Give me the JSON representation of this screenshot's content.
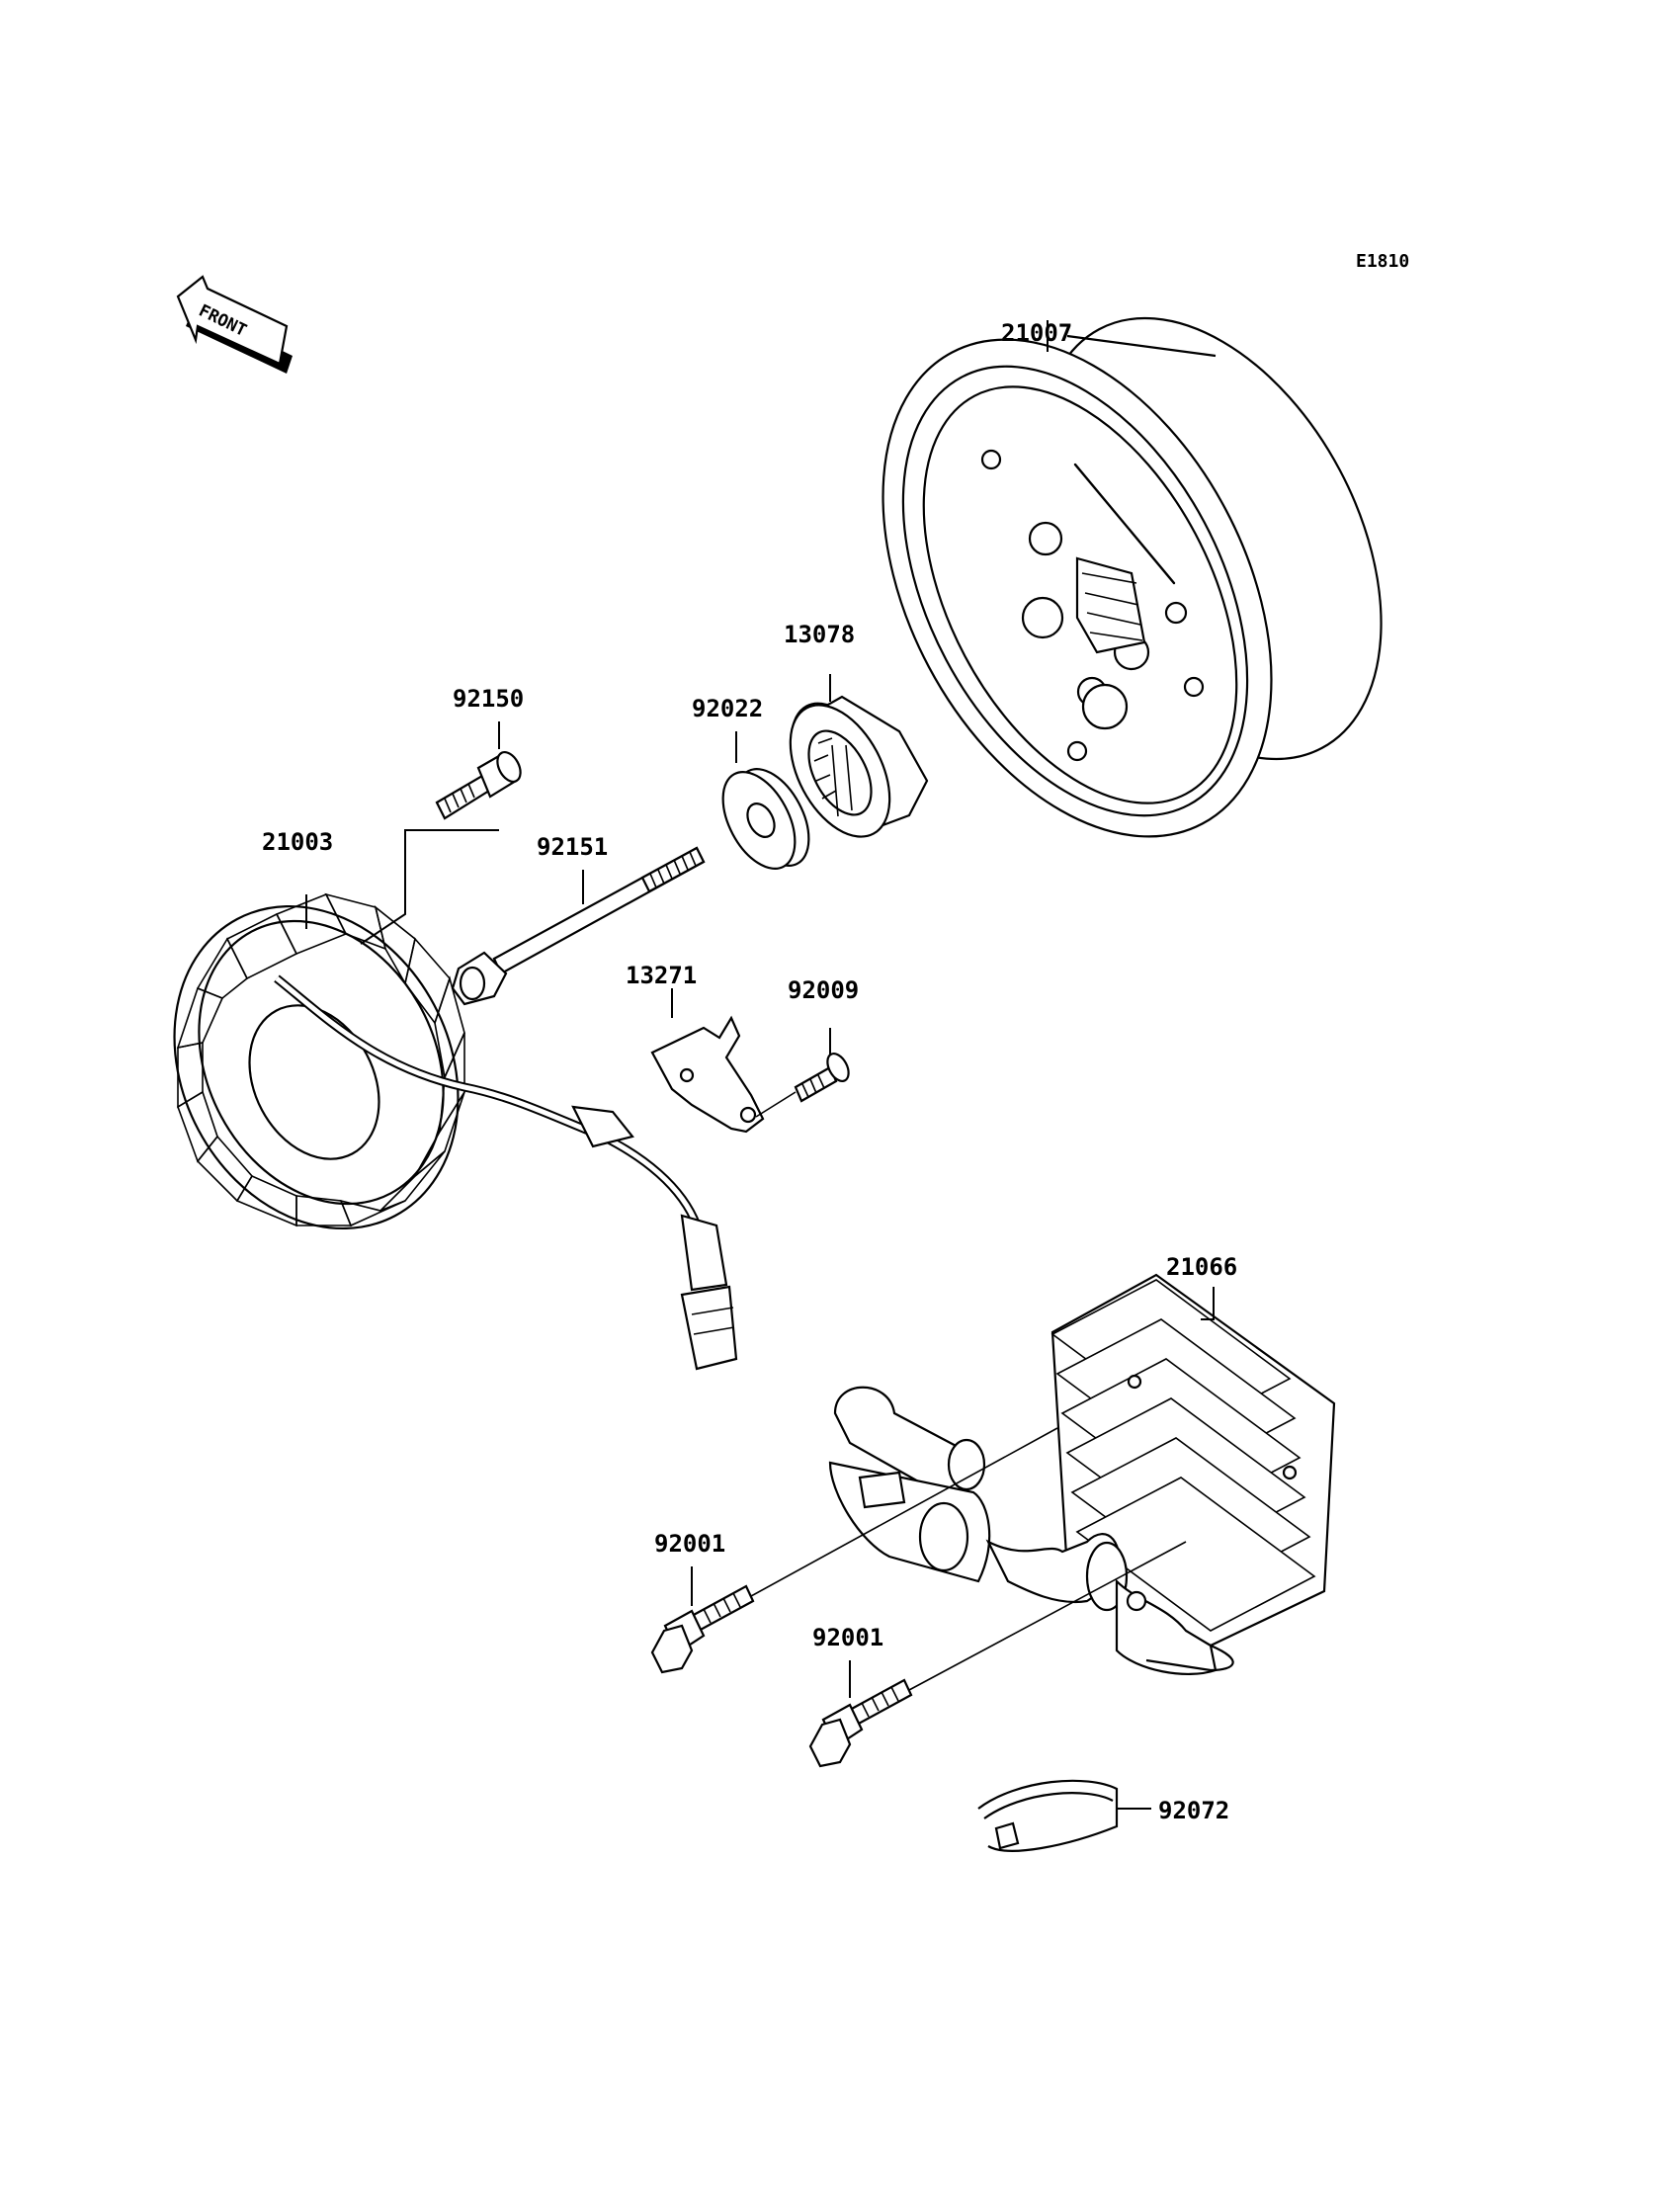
{
  "diagram_code": "E1810",
  "front_indicator": "FRONT",
  "parts": {
    "p21007": "21007",
    "p13078": "13078",
    "p92022": "92022",
    "p92150": "92150",
    "p21003": "21003",
    "p92151": "92151",
    "p13271": "13271",
    "p92009": "92009",
    "p21066": "21066",
    "p92001a": "92001",
    "p92001b": "92001",
    "p92072": "92072"
  }
}
